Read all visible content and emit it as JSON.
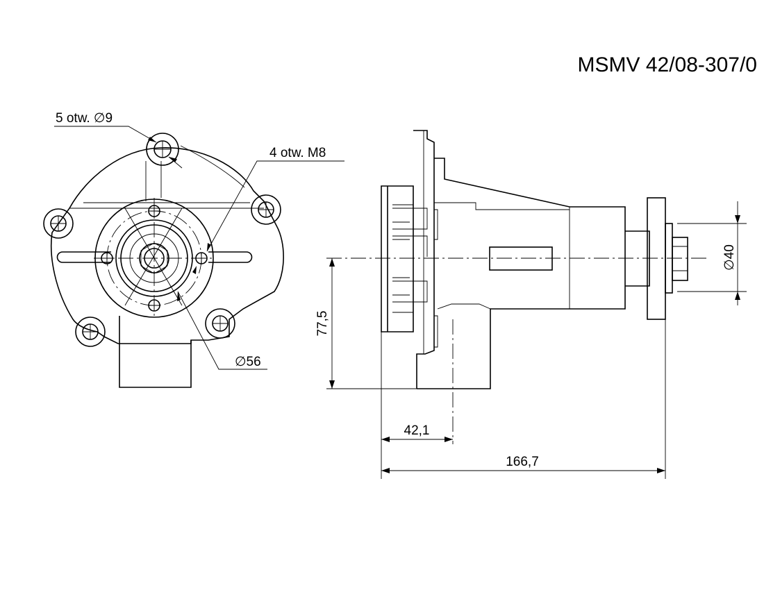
{
  "drawing": {
    "part_number": "MSMV 42/08-307/0",
    "callouts": {
      "holes_9": "5 otw. ∅9",
      "holes_m8": "4 otw. M8",
      "dia_56": "∅56"
    },
    "dimensions": {
      "height": "77,5",
      "offset": "42,1",
      "length": "166,7",
      "pulley_dia": "∅40"
    }
  }
}
